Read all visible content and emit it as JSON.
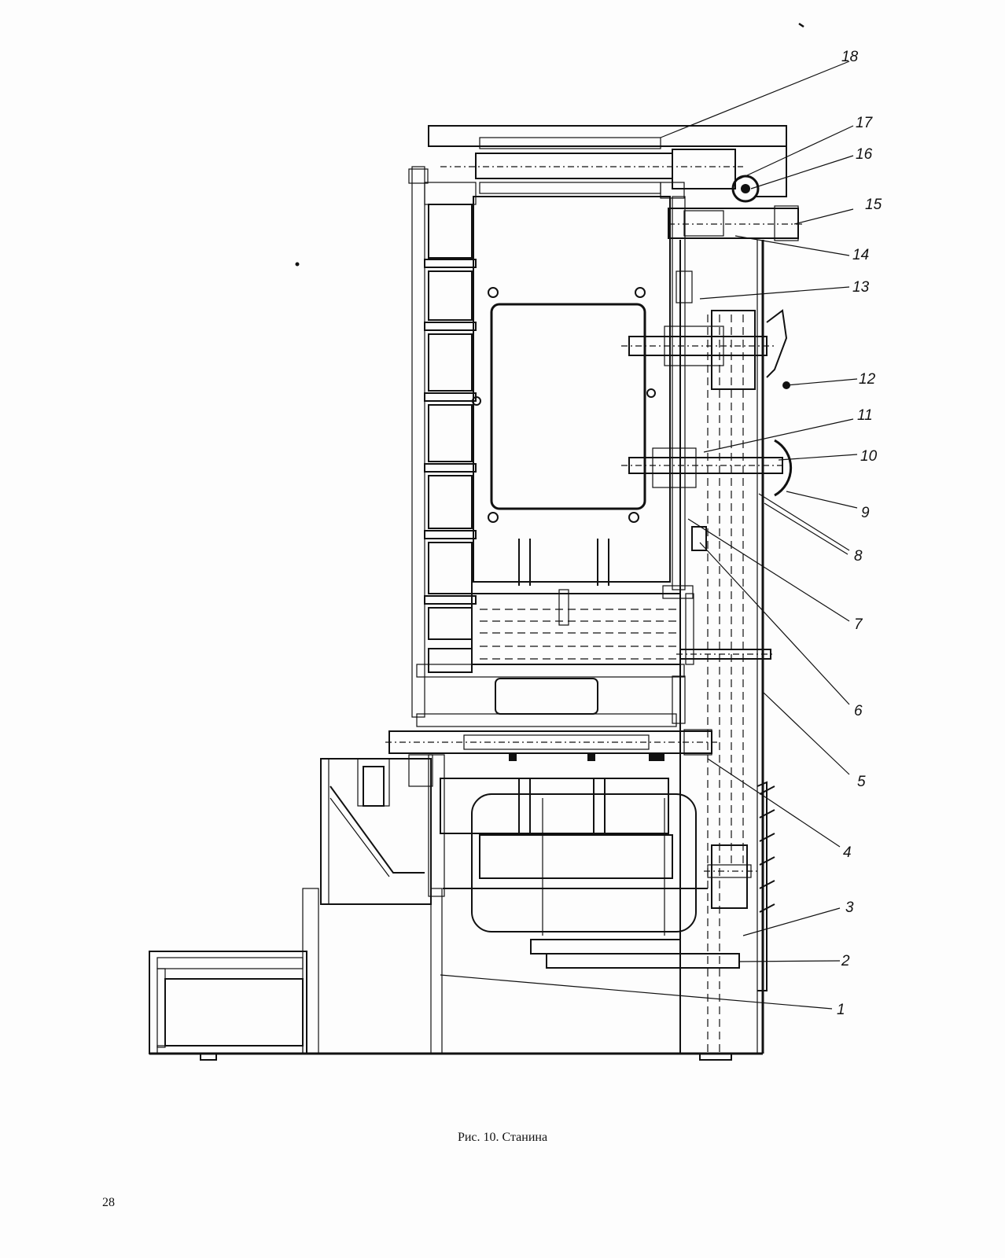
{
  "figure": {
    "caption": "Рис. 10. Станина",
    "callouts": [
      "1",
      "2",
      "3",
      "4",
      "5",
      "6",
      "7",
      "8",
      "9",
      "10",
      "11",
      "12",
      "13",
      "14",
      "15",
      "16",
      "17",
      "18"
    ]
  },
  "page": {
    "number": "28"
  }
}
